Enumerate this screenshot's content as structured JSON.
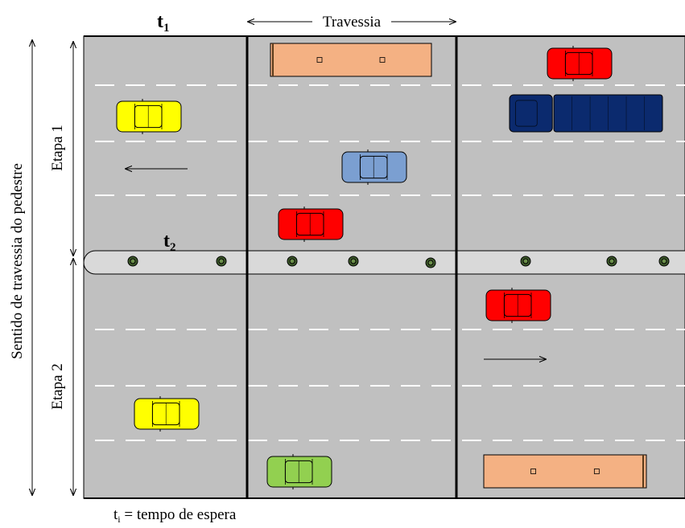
{
  "header": {
    "t1_base": "t",
    "t1_sub": "1",
    "crossing_label": "Travessia"
  },
  "median": {
    "t2_base": "t",
    "t2_sub": "2"
  },
  "side": {
    "direction_label": "Sentido de travessia do pedestre",
    "stage1_label": "Etapa 1",
    "stage2_label": "Etapa 2"
  },
  "footer": {
    "ti_base": "t",
    "ti_sub": "i",
    "ti_rest": " = tempo de espera"
  },
  "colors": {
    "road": "#c0c0c0",
    "median": "#d9d9d9",
    "lane_marking": "#ffffff",
    "car_yellow": "#ffff00",
    "car_red": "#ff0000",
    "car_blue": "#7b9fd1",
    "car_green": "#92d050",
    "truck_navy": "#0b2a6e",
    "bus_orange": "#f4b183"
  },
  "vehicles": [
    {
      "kind": "car",
      "color": "car_yellow",
      "name": "car-yellow-top-left"
    },
    {
      "kind": "car",
      "color": "car_blue",
      "name": "car-blue-middle"
    },
    {
      "kind": "car",
      "color": "car_red",
      "name": "car-red-near-median"
    },
    {
      "kind": "car",
      "color": "car_red",
      "name": "car-red-top-right"
    },
    {
      "kind": "truck",
      "color": "truck_navy",
      "name": "truck-navy-right"
    },
    {
      "kind": "bus",
      "color": "bus_orange",
      "name": "bus-orange-top"
    },
    {
      "kind": "car",
      "color": "car_red",
      "name": "car-red-lower-right"
    },
    {
      "kind": "car",
      "color": "car_yellow",
      "name": "car-yellow-lower-left"
    },
    {
      "kind": "car",
      "color": "car_green",
      "name": "car-green-bottom"
    },
    {
      "kind": "bus",
      "color": "bus_orange",
      "name": "bus-orange-bottom"
    }
  ]
}
